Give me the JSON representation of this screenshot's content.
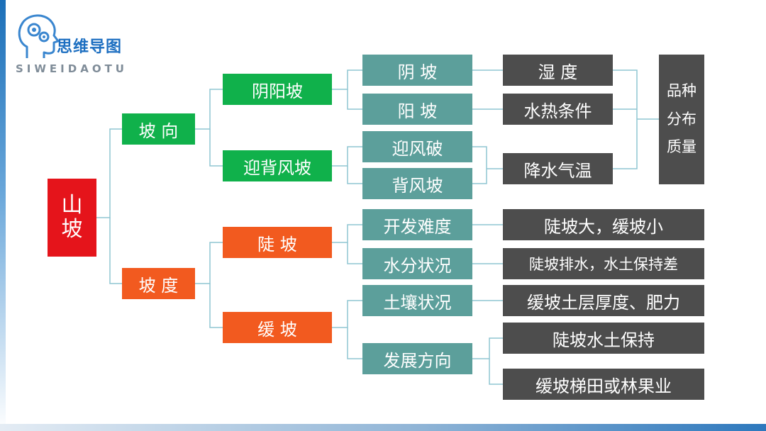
{
  "logo": {
    "title": "思维导图",
    "subtitle": "SIWEIDAOTU",
    "icon": "head-gears-icon"
  },
  "root": {
    "label": "山\n坡"
  },
  "level1": {
    "aspect": "坡 向",
    "slope": "坡 度"
  },
  "level2": {
    "yinyang": "阴阳坡",
    "windward_leeward": "迎背风坡",
    "steep": "陡 坡",
    "gentle": "缓 坡"
  },
  "level3": {
    "yin": "阴 坡",
    "yang": "阳 坡",
    "windward": "迎风破",
    "leeward": "背风坡",
    "difficulty": "开发难度",
    "water": "水分状况",
    "soil": "土壤状况",
    "direction": "发展方向"
  },
  "level4": {
    "humidity": "湿 度",
    "heat_water": "水热条件",
    "precip_temp": "降水气温",
    "difficulty_result": "陡坡大，缓坡小",
    "drainage_result": "陡坡排水，水土保持差",
    "soil_result": "缓坡土层厚度、肥力",
    "steep_direction": "陡坡水土保持",
    "gentle_direction": "缓坡梯田或林果业"
  },
  "result": {
    "label": "品种\n分布\n质量"
  },
  "colors": {
    "root": "#e5141b",
    "aspect": "#10b14b",
    "slope": "#f25a1f",
    "teal": "#5c9f9b",
    "dark": "#4d4d4d",
    "connector": "#8fc5d2"
  }
}
